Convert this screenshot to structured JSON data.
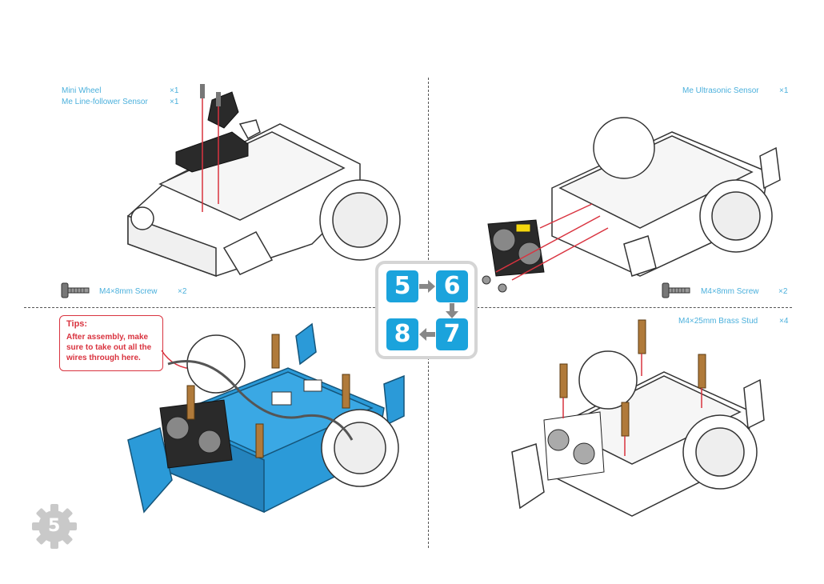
{
  "page": {
    "number": "5"
  },
  "panels": {
    "top_left": {
      "parts": [
        {
          "name": "Mini Wheel",
          "qty": "×1"
        },
        {
          "name": "Me Line-follower Sensor",
          "qty": "×1"
        }
      ],
      "screw": {
        "name": "M4×8mm Screw",
        "qty": "×2"
      }
    },
    "top_right": {
      "parts": [
        {
          "name": "Me Ultrasonic Sensor",
          "qty": "×1"
        }
      ],
      "screw": {
        "name": "M4×8mm Screw",
        "qty": "×2"
      }
    },
    "bottom_left": {
      "tips": {
        "title": "Tips:",
        "text": "After assembly, make sure to take out all the wires through here."
      }
    },
    "bottom_right": {
      "parts": [
        {
          "name": "M4×25mm Brass Stud",
          "qty": "×4"
        }
      ]
    }
  },
  "steps": [
    "5",
    "6",
    "7",
    "8"
  ],
  "colors": {
    "accent": "#1ba3dc",
    "label": "#4bb0dc",
    "tips": "#d9333f",
    "robot_blue": "#2b9ad8"
  },
  "icons": [
    "screw-icon",
    "gear-icon",
    "arrow-right-icon",
    "arrow-down-icon",
    "arrow-left-icon"
  ]
}
